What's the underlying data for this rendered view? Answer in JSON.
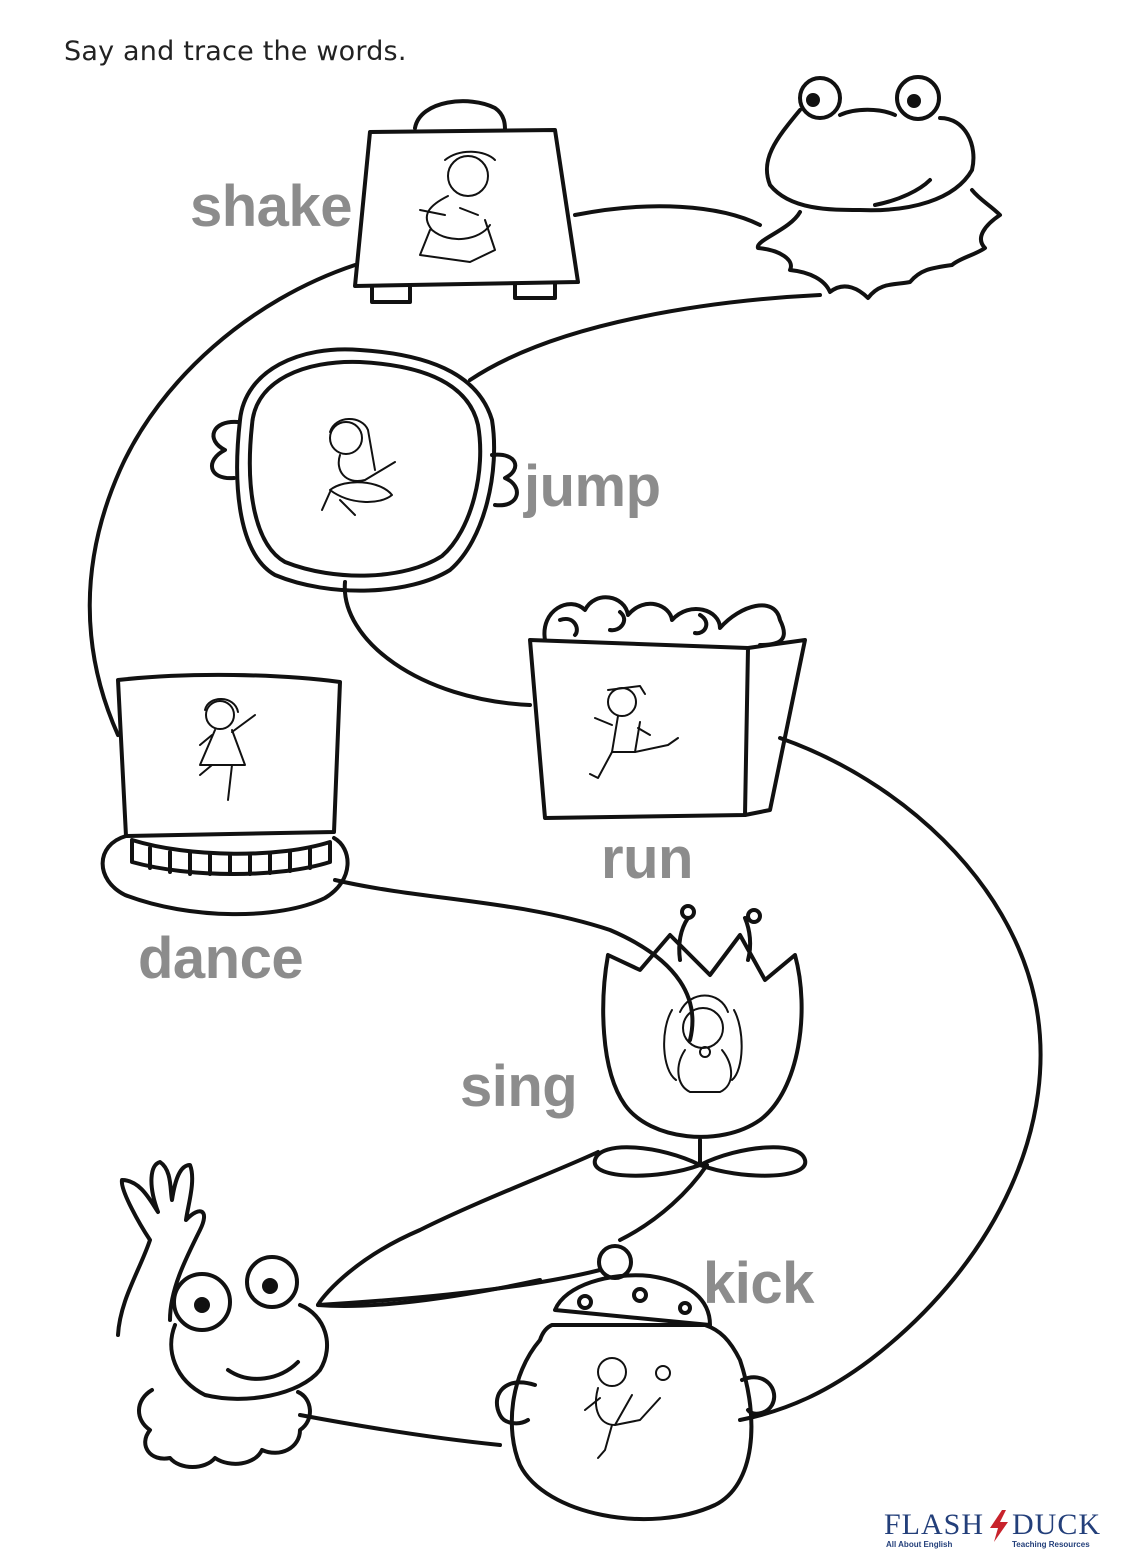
{
  "instruction": "Say and trace the words.",
  "words": {
    "shake": "shake",
    "jump": "jump",
    "run": "run",
    "dance": "dance",
    "sing": "sing",
    "kick": "kick"
  },
  "logo": {
    "left": "FLASH",
    "right": "DUCK",
    "tagline_left": "All About English",
    "tagline_right": "Teaching Resources"
  },
  "colors": {
    "word_gray": "#8c8c8c",
    "line": "#111111",
    "logo_blue": "#233f7a",
    "logo_red": "#c8232c"
  }
}
